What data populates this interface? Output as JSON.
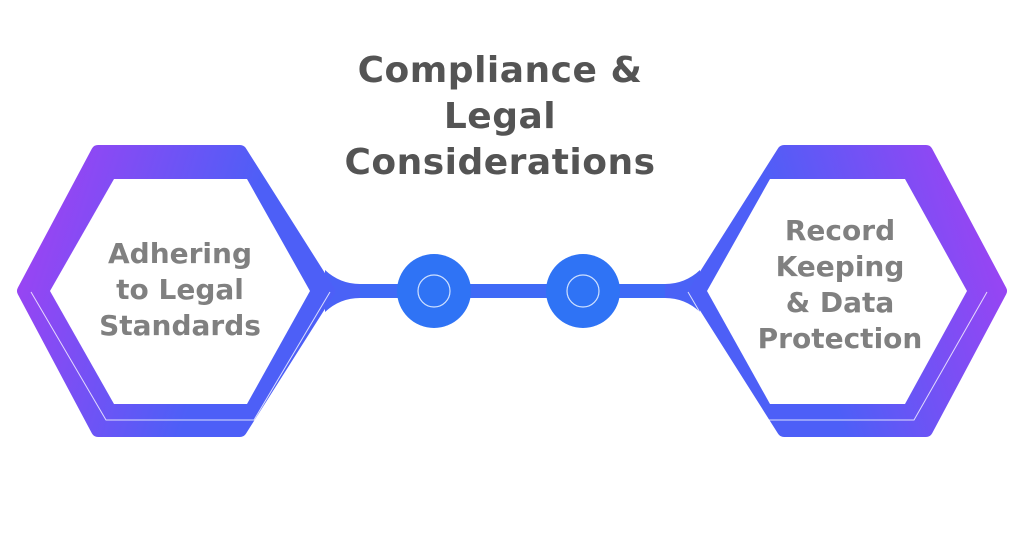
{
  "title": {
    "line1": "Compliance &",
    "line2": "Legal",
    "line3": "Considerations"
  },
  "left_hexagon": {
    "line1": "Adhering",
    "line2": "to Legal",
    "line3": "Standards"
  },
  "right_hexagon": {
    "line1": "Record",
    "line2": "Keeping",
    "line3": "& Data",
    "line4": "Protection"
  },
  "colors": {
    "purple": "#a540f2",
    "blue": "#4d5ff7",
    "node": "#2f73f5",
    "title_text": "#545454",
    "body_text": "#808080"
  }
}
